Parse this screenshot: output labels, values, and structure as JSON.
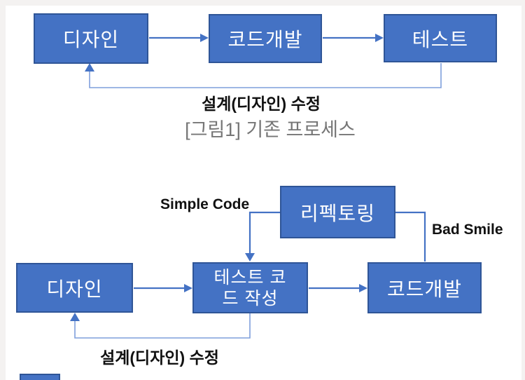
{
  "colors": {
    "box_fill": "#4472C4",
    "box_border": "#2F5597",
    "connector": "#4472C4",
    "loop": "#7F9FDC",
    "label_text": "#111111",
    "caption_text": "#767676",
    "frame_bg": "#f4f2f1",
    "canvas_bg": "#ffffff"
  },
  "diagram1": {
    "boxes": {
      "design": "디자인",
      "develop": "코드개발",
      "test": "테스트"
    },
    "loop_label": "설계(디자인) 수정",
    "caption": "[그림1] 기존 프로세스"
  },
  "diagram2": {
    "boxes": {
      "design": "디자인",
      "test_code_line1": "테스트 코",
      "test_code_line2": "드 작성",
      "develop": "코드개발",
      "refactor": "리펙토링"
    },
    "simple_code_label": "Simple Code",
    "bad_smile_label": "Bad Smile",
    "loop_label": "설계(디자인) 수정"
  }
}
